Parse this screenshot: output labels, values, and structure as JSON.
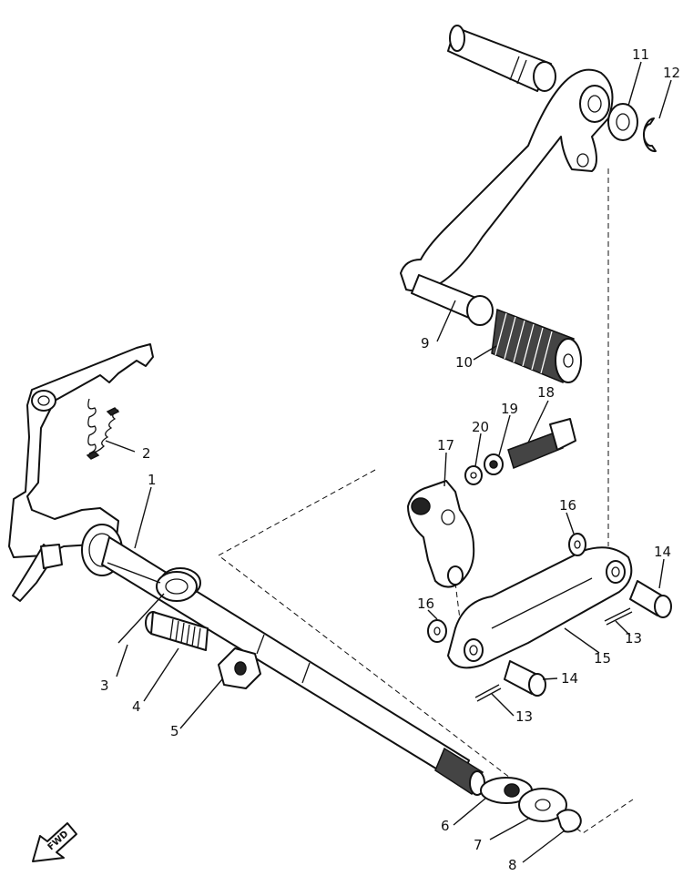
{
  "callouts": [
    "1",
    "2",
    "3",
    "4",
    "5",
    "6",
    "7",
    "8",
    "9",
    "10",
    "11",
    "12",
    "13",
    "13",
    "14",
    "14",
    "15",
    "16",
    "16",
    "17",
    "18",
    "19",
    "20"
  ],
  "direction_marker": {
    "text": "FWD"
  }
}
